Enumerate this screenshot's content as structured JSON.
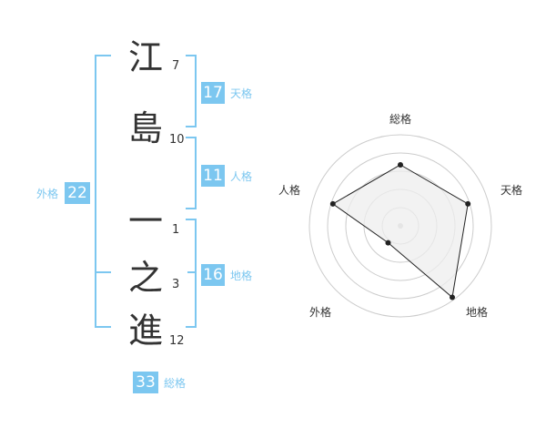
{
  "name": {
    "chars": [
      {
        "char": "江",
        "strokes": "7"
      },
      {
        "char": "島",
        "strokes": "10"
      },
      {
        "char": "一",
        "strokes": "1"
      },
      {
        "char": "之",
        "strokes": "3"
      },
      {
        "char": "進",
        "strokes": "12"
      }
    ]
  },
  "fortune": {
    "tenkaku": {
      "value": "17",
      "label": "天格"
    },
    "jinkaku": {
      "value": "11",
      "label": "人格"
    },
    "chikaku": {
      "value": "16",
      "label": "地格"
    },
    "gaikaku": {
      "value": "22",
      "label": "外格"
    },
    "soukaku": {
      "value": "33",
      "label": "総格"
    }
  },
  "colors": {
    "accent": "#7cc7f0",
    "text": "#333333",
    "grid": "#cccccc",
    "fill": "#eeeeee"
  },
  "chart_data": {
    "type": "radar",
    "axes": [
      "総格",
      "天格",
      "地格",
      "外格",
      "人格"
    ],
    "values": [
      0.67,
      0.78,
      0.97,
      0.23,
      0.78
    ],
    "max": 1,
    "rings": 5
  }
}
